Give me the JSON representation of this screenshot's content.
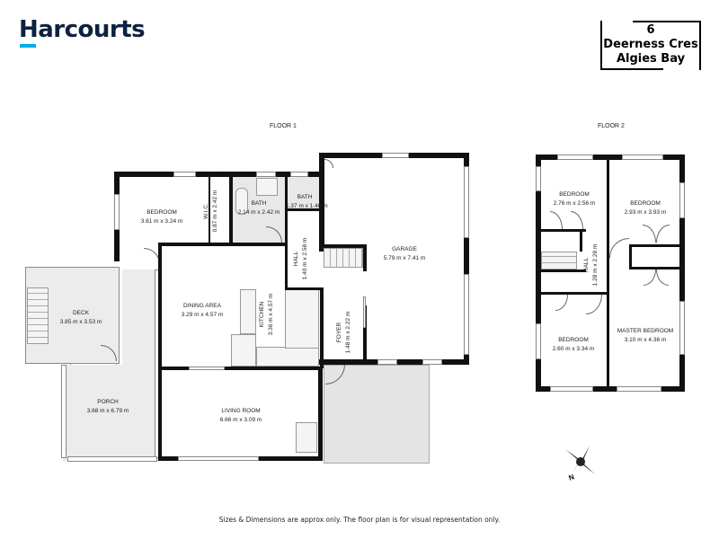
{
  "brand": {
    "name": "Harcourts",
    "text_color": "#0d2240",
    "accent_color": "#00adef"
  },
  "address": {
    "line1": "6",
    "line2": "Deerness Cres",
    "line3": "Algies Bay"
  },
  "floor1": {
    "label": "FLOOR 1",
    "rooms": [
      {
        "name": "BEDROOM",
        "size": "3.61 m x 3.24 m"
      },
      {
        "name": "W.I.C.",
        "size": "0.87 m x 2.42 m"
      },
      {
        "name": "BATH",
        "size": "2.14 m x 2.42 m"
      },
      {
        "name": "BATH",
        "size": "1.37 m x 1.46 m"
      },
      {
        "name": "HALL",
        "size": "1.40 m x 2.58 m"
      },
      {
        "name": "GARAGE",
        "size": "5.79 m x 7.41 m"
      },
      {
        "name": "DECK",
        "size": "3.85 m x 3.53 m"
      },
      {
        "name": "DINING AREA",
        "size": "3.29 m x 4.57 m"
      },
      {
        "name": "KITCHEN",
        "size": "3.36 m x 4.57 m"
      },
      {
        "name": "FOYER",
        "size": "1.48 m x 2.22 m"
      },
      {
        "name": "PORCH",
        "size": "3.68 m x 6.79 m"
      },
      {
        "name": "LIVING ROOM",
        "size": "6.66 m x 3.09 m"
      }
    ]
  },
  "floor2": {
    "label": "FLOOR 2",
    "rooms": [
      {
        "name": "BEDROOM",
        "size": "2.76 m x 2.56 m"
      },
      {
        "name": "BEDROOM",
        "size": "2.93 m x 3.93 m"
      },
      {
        "name": "HALL",
        "size": "1.28 m x 2.28 m"
      },
      {
        "name": "BEDROOM",
        "size": "2.60 m x 3.34 m"
      },
      {
        "name": "MASTER BEDROOM",
        "size": "3.10 m x 4.36 m"
      }
    ]
  },
  "compass": {
    "label": "N",
    "icon": "compass-star-icon"
  },
  "footer": {
    "disclaimer": "Sizes & Dimensions are approx only. The floor plan is for visual representation only."
  }
}
